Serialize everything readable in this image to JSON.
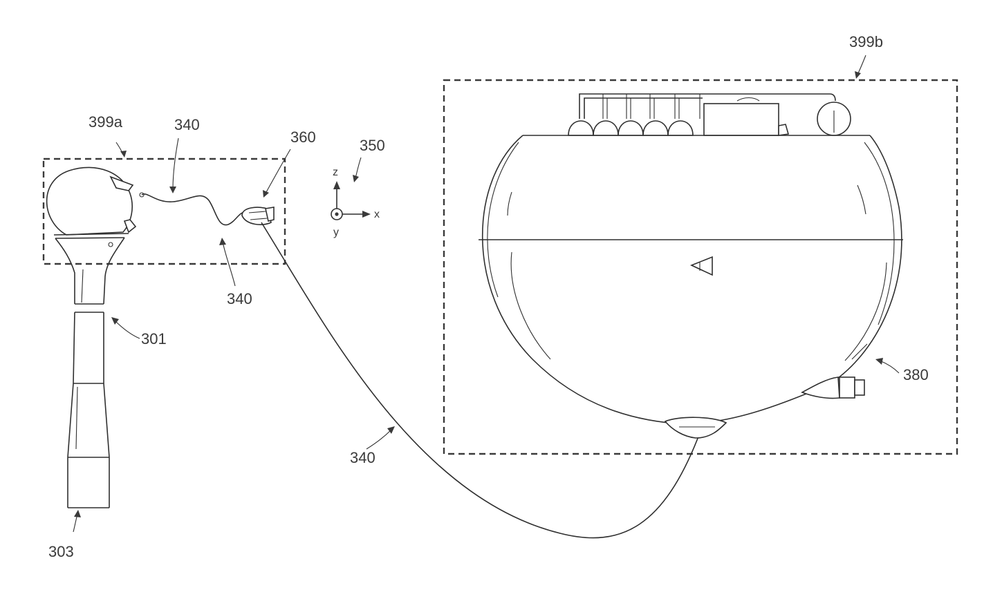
{
  "figure": {
    "labels": {
      "box_a": "399a",
      "box_b": "399b",
      "cable_top": "340",
      "cable_loop": "340",
      "cable_long": "340",
      "connector": "360",
      "axes": "350",
      "wand": "301",
      "wand_tip": "303",
      "tank_port": "380"
    },
    "axes": {
      "z": "z",
      "x": "x",
      "y": "y"
    }
  }
}
